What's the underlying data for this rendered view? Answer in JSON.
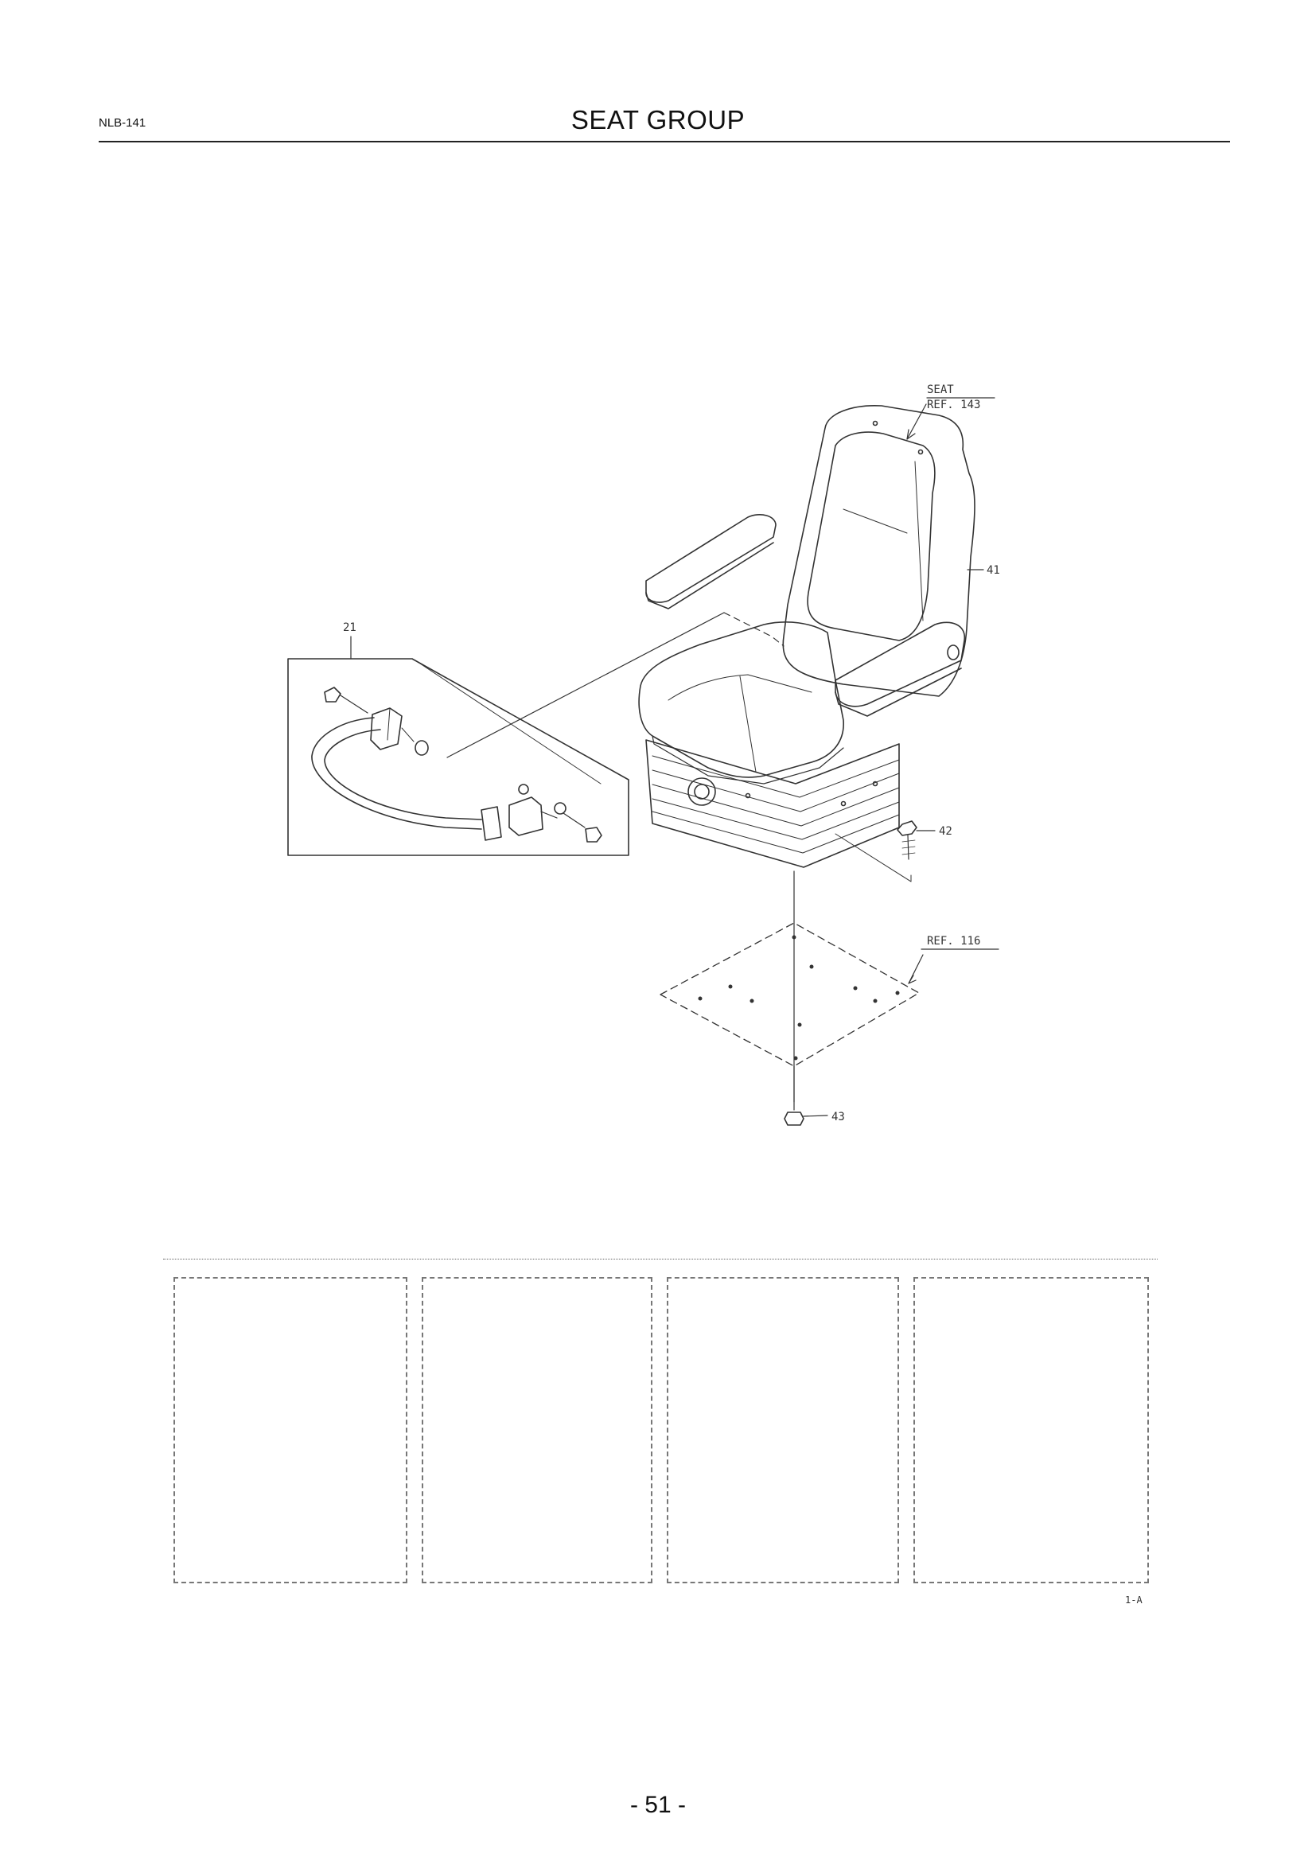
{
  "header": {
    "code": "NLB-141",
    "title": "SEAT GROUP"
  },
  "diagram": {
    "callouts": {
      "seat": "SEAT",
      "seat_ref": "REF. 143",
      "item_41": "41",
      "item_21": "21",
      "item_42": "42",
      "ref_116": "REF. 116",
      "item_43": "43"
    }
  },
  "footer": {
    "sheet_code": "1-A",
    "page_number": "- 51 -"
  }
}
